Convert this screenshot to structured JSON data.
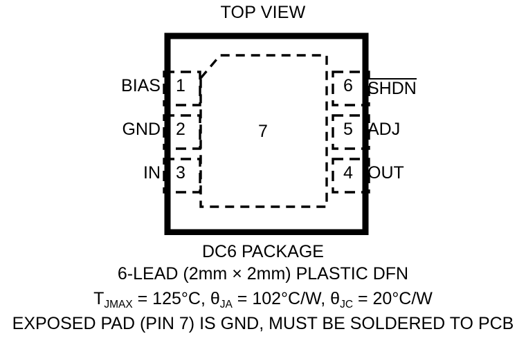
{
  "title": "TOP VIEW",
  "package": {
    "left_pins": [
      {
        "number": "1",
        "name": "BIAS",
        "overline": false
      },
      {
        "number": "2",
        "name": "GND",
        "overline": false
      },
      {
        "number": "3",
        "name": "IN",
        "overline": false
      }
    ],
    "right_pins": [
      {
        "number": "6",
        "name": "SHDN",
        "overline": true
      },
      {
        "number": "5",
        "name": "ADJ",
        "overline": false
      },
      {
        "number": "4",
        "name": "OUT",
        "overline": false
      }
    ],
    "exposed_pad_number": "7",
    "outline_color": "#000000",
    "background_color": "#ffffff"
  },
  "caption": {
    "line1": "DC6 PACKAGE",
    "line2": "6-LEAD (2mm × 2mm) PLASTIC DFN",
    "line3": {
      "t_prefix": "T",
      "t_sub": "JMAX",
      "t_value": " = 125°C, ",
      "theta_ja_prefix": "θ",
      "theta_ja_sub": "JA",
      "theta_ja_value": " = 102°C/W, ",
      "theta_jc_prefix": "θ",
      "theta_jc_sub": "JC",
      "theta_jc_value": " = 20°C/W"
    },
    "line4": "EXPOSED PAD (PIN 7) IS GND, MUST BE SOLDERED TO PCB"
  }
}
